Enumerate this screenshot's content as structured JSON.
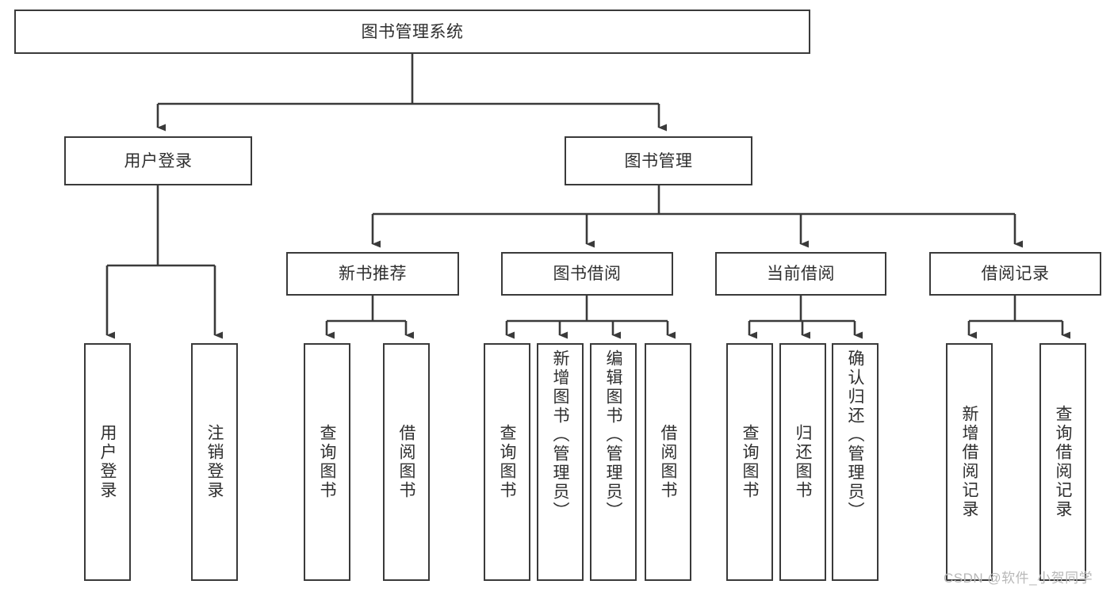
{
  "diagram": {
    "title": "图书管理系统",
    "type": "hierarchy-tree",
    "watermark": "CSDN @软件_小贺同学",
    "colors": {
      "stroke": "#3a3a3a",
      "text": "#2f2f2f",
      "background": "#ffffff",
      "watermark": "#b8b8b8"
    },
    "nodes": {
      "root": {
        "label": "图书管理系统",
        "orientation": "horizontal"
      },
      "l1_0": {
        "label": "用户登录",
        "orientation": "horizontal"
      },
      "l1_1": {
        "label": "图书管理",
        "orientation": "horizontal"
      },
      "l2_0": {
        "label": "新书推荐",
        "orientation": "horizontal"
      },
      "l2_1": {
        "label": "图书借阅",
        "orientation": "horizontal"
      },
      "l2_2": {
        "label": "当前借阅",
        "orientation": "horizontal"
      },
      "l2_3": {
        "label": "借阅记录",
        "orientation": "horizontal"
      },
      "leaf_0": {
        "label": "用户登录",
        "orientation": "vertical"
      },
      "leaf_1": {
        "label": "注销登录",
        "orientation": "vertical"
      },
      "leaf_2": {
        "label": "查询图书",
        "orientation": "vertical"
      },
      "leaf_3": {
        "label": "借阅图书",
        "orientation": "vertical"
      },
      "leaf_4": {
        "label": "查询图书",
        "orientation": "vertical"
      },
      "leaf_5": {
        "label": "新增图书（管理员）",
        "orientation": "vertical"
      },
      "leaf_6": {
        "label": "编辑图书（管理员）",
        "orientation": "vertical"
      },
      "leaf_7": {
        "label": "借阅图书",
        "orientation": "vertical"
      },
      "leaf_8": {
        "label": "查询图书",
        "orientation": "vertical"
      },
      "leaf_9": {
        "label": "归还图书",
        "orientation": "vertical"
      },
      "leaf_10": {
        "label": "确认归还（管理员）",
        "orientation": "vertical"
      },
      "leaf_11": {
        "label": "新增借阅记录",
        "orientation": "vertical"
      },
      "leaf_12": {
        "label": "查询借阅记录",
        "orientation": "vertical"
      }
    },
    "edges": [
      {
        "from": "root",
        "to": "l1_0"
      },
      {
        "from": "root",
        "to": "l1_1"
      },
      {
        "from": "l1_0",
        "to": "leaf_0"
      },
      {
        "from": "l1_0",
        "to": "leaf_1"
      },
      {
        "from": "l1_1",
        "to": "l2_0"
      },
      {
        "from": "l1_1",
        "to": "l2_1"
      },
      {
        "from": "l1_1",
        "to": "l2_2"
      },
      {
        "from": "l1_1",
        "to": "l2_3"
      },
      {
        "from": "l2_0",
        "to": "leaf_2"
      },
      {
        "from": "l2_0",
        "to": "leaf_3"
      },
      {
        "from": "l2_1",
        "to": "leaf_4"
      },
      {
        "from": "l2_1",
        "to": "leaf_5"
      },
      {
        "from": "l2_1",
        "to": "leaf_6"
      },
      {
        "from": "l2_1",
        "to": "leaf_7"
      },
      {
        "from": "l2_2",
        "to": "leaf_8"
      },
      {
        "from": "l2_2",
        "to": "leaf_9"
      },
      {
        "from": "l2_2",
        "to": "leaf_10"
      },
      {
        "from": "l2_3",
        "to": "leaf_11"
      },
      {
        "from": "l2_3",
        "to": "leaf_12"
      }
    ]
  }
}
